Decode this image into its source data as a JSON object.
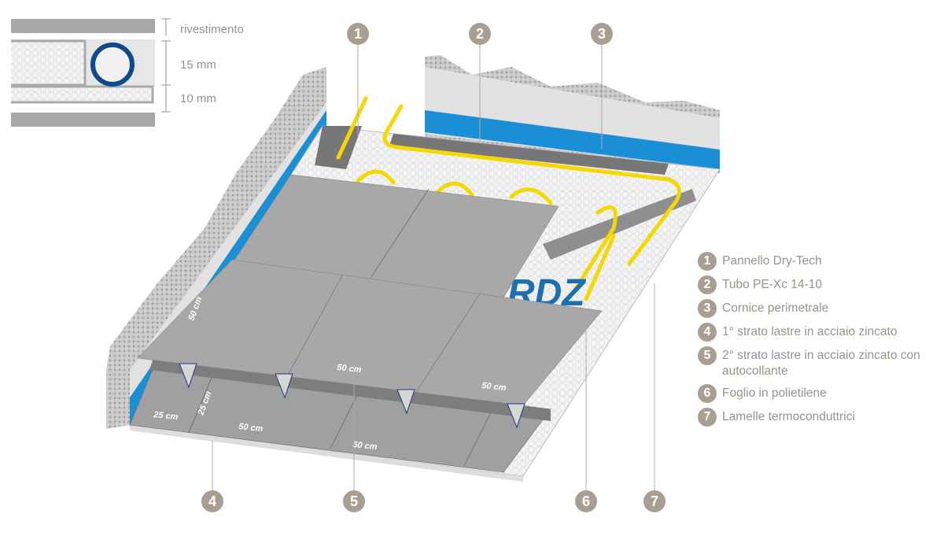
{
  "cross_section": {
    "labels": [
      "rivestimento",
      "15 mm",
      "10 mm"
    ]
  },
  "callouts": [
    "1",
    "2",
    "3",
    "4",
    "5",
    "6",
    "7"
  ],
  "dimensions": {
    "upper_left": "50 cm",
    "upper_center": "50 cm",
    "upper_right": "50 cm",
    "lower_small_w": "25 cm",
    "lower_small_h": "25 cm",
    "lower_center": "50 cm",
    "lower_right": "50 cm"
  },
  "logo_text": "RDZ",
  "legend": [
    {
      "num": "1",
      "label": "Pannello Dry-Tech"
    },
    {
      "num": "2",
      "label": "Tubo PE-Xc 14-10"
    },
    {
      "num": "3",
      "label": "Cornice perimetrale"
    },
    {
      "num": "4",
      "label": "1° strato lastre in acciaio zincato"
    },
    {
      "num": "5",
      "label": "2° strato lastre in acciaio zincato con autocollante"
    },
    {
      "num": "6",
      "label": "Foglio in polietilene"
    },
    {
      "num": "7",
      "label": "Lamelle termoconduttrici"
    }
  ],
  "colors": {
    "badge": "#a89f92",
    "text": "#9a9288",
    "pipe": "#f5d800",
    "blue": "#1a8fd6",
    "panel": "#a6a6a6"
  }
}
